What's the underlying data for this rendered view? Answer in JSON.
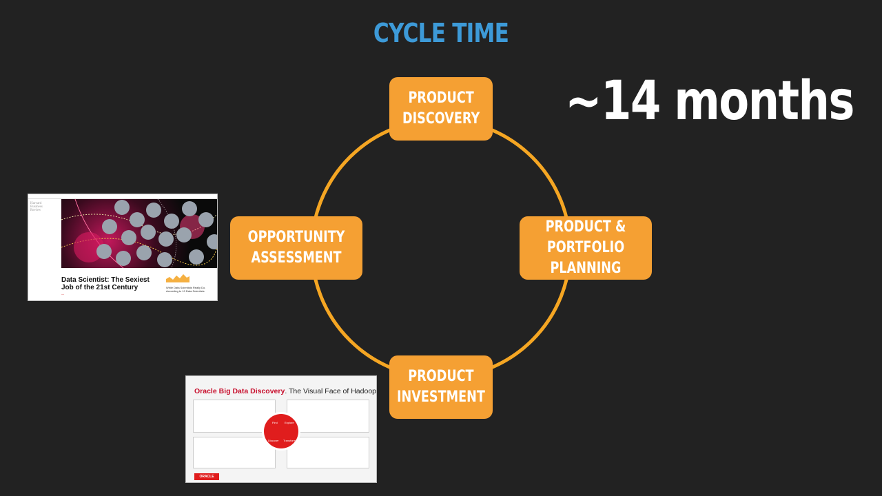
{
  "title": "CYCLE TIME",
  "duration": "~14 months",
  "nodes": {
    "top": "PRODUCT\nDISCOVERY",
    "right": "PRODUCT & PORTFOLIO\nPLANNING",
    "bottom": "PRODUCT\nINVESTMENT",
    "left": "OPPORTUNITY\nASSESSMENT"
  },
  "hbr": {
    "logo": "Harvard\nBusiness\nReview",
    "headline": "Data Scientist: The Sexiest Job of the 21st Century",
    "sidebar_text": "While Data Scientists Really Do,\nAccording to 10 Data Scientists"
  },
  "oracle": {
    "title_brand": "Oracle Big Data Discovery",
    "title_rest": ". The Visual Face of Hadoop",
    "ring_labels": [
      "Find",
      "Explore",
      "Discover",
      "Transform"
    ],
    "logo": "ORACLE"
  },
  "colors": {
    "background": "#222222",
    "title": "#3d9ad8",
    "node_fill": "#f5a033",
    "ring": "#f5a623",
    "text": "#ffffff"
  }
}
